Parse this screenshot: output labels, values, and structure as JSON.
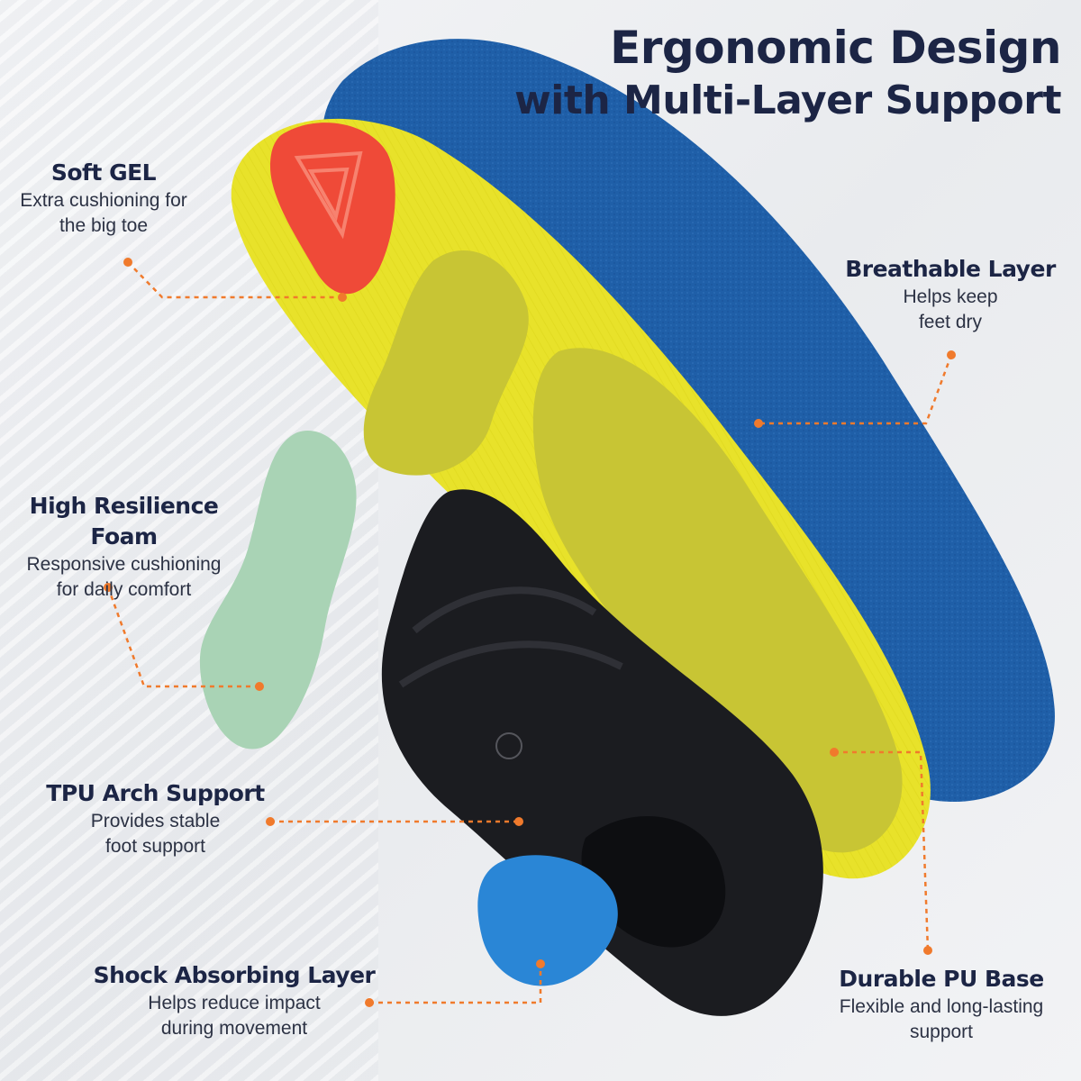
{
  "title": {
    "line1": "Ergonomic Design",
    "line2": "with Multi-Layer Support"
  },
  "features": [
    {
      "id": "soft-gel",
      "heading": "Soft GEL",
      "desc": "Extra cushioning for\nthe big toe"
    },
    {
      "id": "breathable-layer",
      "heading": "Breathable Layer",
      "desc": "Helps keep\nfeet dry"
    },
    {
      "id": "high-resilience-foam",
      "heading": "High Resilience Foam",
      "desc": "Responsive cushioning\nfor daily comfort"
    },
    {
      "id": "tpu-arch-support",
      "heading": "TPU Arch Support",
      "desc": "Provides stable\nfoot support"
    },
    {
      "id": "shock-absorbing-layer",
      "heading": "Shock Absorbing Layer",
      "desc": "Helps reduce impact\nduring movement"
    },
    {
      "id": "durable-pu-base",
      "heading": "Durable PU Base",
      "desc": "Flexible and long-lasting\nsupport"
    }
  ],
  "colors": {
    "accent": "#f07a2c",
    "heading": "#1c2545",
    "blue_layer": "#1f5fa8",
    "yellow_layer": "#e8e22a",
    "olive_pad": "#c8c534",
    "gel": "#ef4a38",
    "foam": "#a9d3b5",
    "tpu": "#1b1c20",
    "shock_pad": "#2a86d6"
  }
}
